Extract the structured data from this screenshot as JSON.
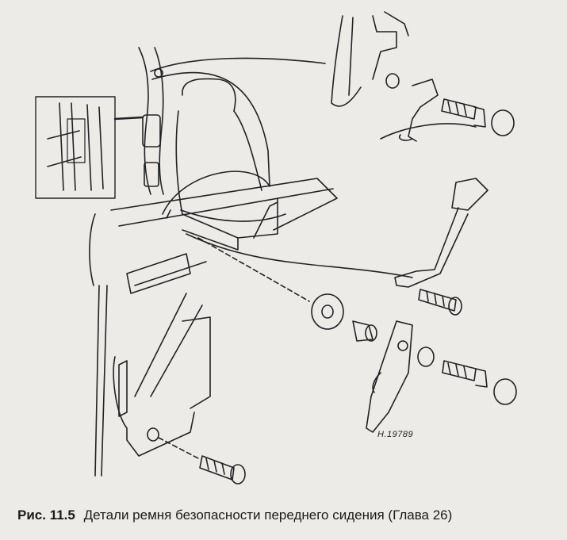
{
  "figure": {
    "number": "Рис. 11.5",
    "caption": "Детали ремня безопасности переднего сидения (Глава 26)",
    "part_code": "H.19789"
  },
  "colors": {
    "paper": "#ecebe8",
    "ink": "#222222"
  }
}
